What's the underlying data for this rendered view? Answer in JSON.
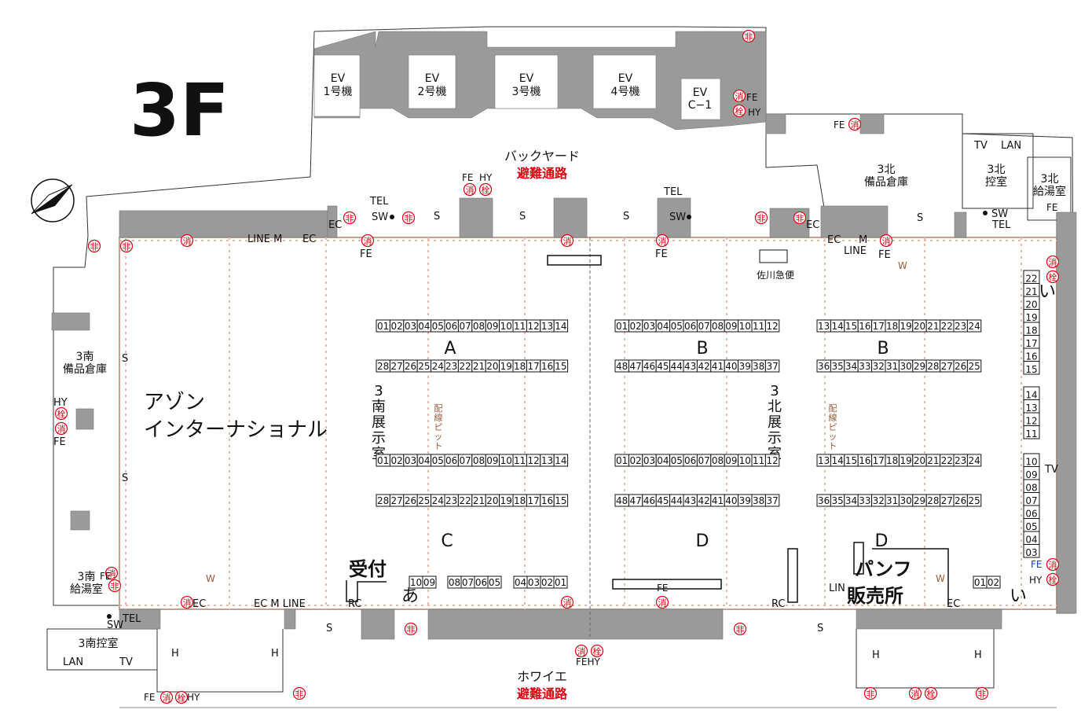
{
  "floor_label": "3F",
  "rooms": {
    "backyard": "バックヤード",
    "backyard_exit": "避難通路",
    "foyer": "ホワイエ",
    "foyer_exit": "避難通路",
    "north_storage_1": "3北",
    "north_storage_2": "備品倉庫",
    "north_control_1": "3北",
    "north_control_2": "控室",
    "north_kitchen_1": "3北",
    "north_kitchen_2": "給湯室",
    "south_storage_1": "3南",
    "south_storage_2": "備品倉庫",
    "south_kitchen_1": "3南",
    "south_kitchen_2": "給湯室",
    "south_control": "3南控室",
    "sagawa": "佐川急便",
    "south_hall": [
      "3",
      "南",
      "展",
      "示",
      "室"
    ],
    "north_hall": [
      "3",
      "北",
      "展",
      "示",
      "室"
    ],
    "pit": [
      "配",
      "線",
      "ピ",
      "ッ",
      "ト"
    ]
  },
  "elevators": [
    {
      "line1": "EV",
      "line2": "1号機"
    },
    {
      "line1": "EV",
      "line2": "2号機"
    },
    {
      "line1": "EV",
      "line2": "3号機"
    },
    {
      "line1": "EV",
      "line2": "4号機"
    },
    {
      "line1": "EV",
      "line2": "C−1"
    }
  ],
  "exhibitor": {
    "line1": "アゾン",
    "line2": "インターナショナル"
  },
  "reception": "受付",
  "pamphlet": {
    "line1": "パンフ",
    "line2": "販売所"
  },
  "zones": {
    "A": "A",
    "B1": "B",
    "B2": "B",
    "C": "C",
    "D1": "D",
    "D2": "D",
    "a": "あ",
    "i1": "い",
    "i2": "い"
  },
  "booth_rows": {
    "top_asc_14": [
      "01",
      "02",
      "03",
      "04",
      "05",
      "06",
      "07",
      "08",
      "09",
      "10",
      "11",
      "12",
      "13",
      "14"
    ],
    "top_asc_12": [
      "01",
      "02",
      "03",
      "04",
      "05",
      "06",
      "07",
      "08",
      "09",
      "10",
      "11",
      "12"
    ],
    "top_asc_24": [
      "13",
      "14",
      "15",
      "16",
      "17",
      "18",
      "19",
      "20",
      "21",
      "22",
      "23",
      "24"
    ],
    "bot_desc_28": [
      "28",
      "27",
      "26",
      "25",
      "24",
      "23",
      "22",
      "21",
      "20",
      "19",
      "18",
      "17",
      "16",
      "15"
    ],
    "bot_desc_48": [
      "48",
      "47",
      "46",
      "45",
      "44",
      "43",
      "42",
      "41",
      "40",
      "39",
      "38",
      "37"
    ],
    "bot_desc_36": [
      "36",
      "35",
      "34",
      "33",
      "32",
      "31",
      "30",
      "29",
      "28",
      "27",
      "26",
      "25"
    ],
    "right_col_top": [
      "22",
      "21",
      "20",
      "19",
      "18",
      "17",
      "16",
      "15"
    ],
    "right_col_mid": [
      "14",
      "13",
      "12",
      "11"
    ],
    "right_col_bot": [
      "10",
      "09",
      "08",
      "07",
      "06",
      "05",
      "04",
      "03"
    ],
    "a_1": [
      "10",
      "09"
    ],
    "a_2": [
      "08",
      "07",
      "06",
      "05"
    ],
    "a_3": [
      "04",
      "03",
      "02",
      "01"
    ],
    "i_bottom": [
      "01",
      "02"
    ]
  },
  "symbols": {
    "hi": "非",
    "sho": "消",
    "sen": "栓",
    "FE": "FE",
    "HY": "HY",
    "FEHY": "FEHY",
    "TEL": "TEL",
    "SW": "SW",
    "S": "S",
    "EC": "EC",
    "LINE": "LINE",
    "M": "M",
    "W": "W",
    "RC": "RC",
    "LAN": "LAN",
    "TV": "TV",
    "H": "H",
    "LINEM": "LINE M",
    "ECM": "EC M LINE",
    "LIN": "LIN"
  },
  "colors": {
    "red": "#e00010",
    "wall": "#9a9a9a",
    "brown": "#9a5a3a",
    "pink": "#e8b8a8"
  }
}
